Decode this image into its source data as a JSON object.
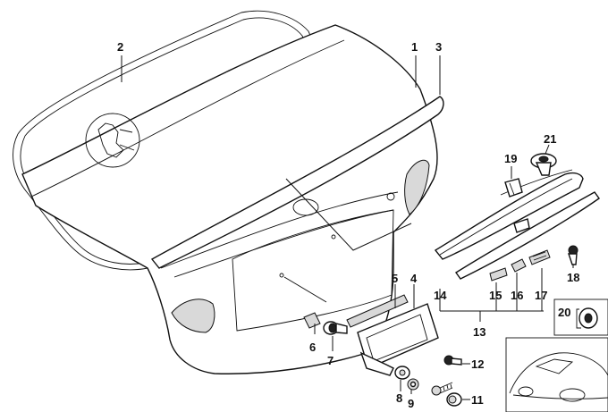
{
  "callouts": {
    "c1": "1",
    "c2": "2",
    "c3": "3",
    "c4": "4",
    "c5": "5",
    "c6": "6",
    "c7": "7",
    "c8": "8",
    "c9": "9",
    "c11": "11",
    "c12": "12",
    "c13": "13",
    "c14": "14",
    "c15": "15",
    "c16": "16",
    "c17": "17",
    "c18": "18",
    "c19": "19",
    "c20": "20",
    "c21": "21"
  },
  "colors": {
    "line": "#111111",
    "background": "#ffffff",
    "shade": "#d9d9d9"
  }
}
